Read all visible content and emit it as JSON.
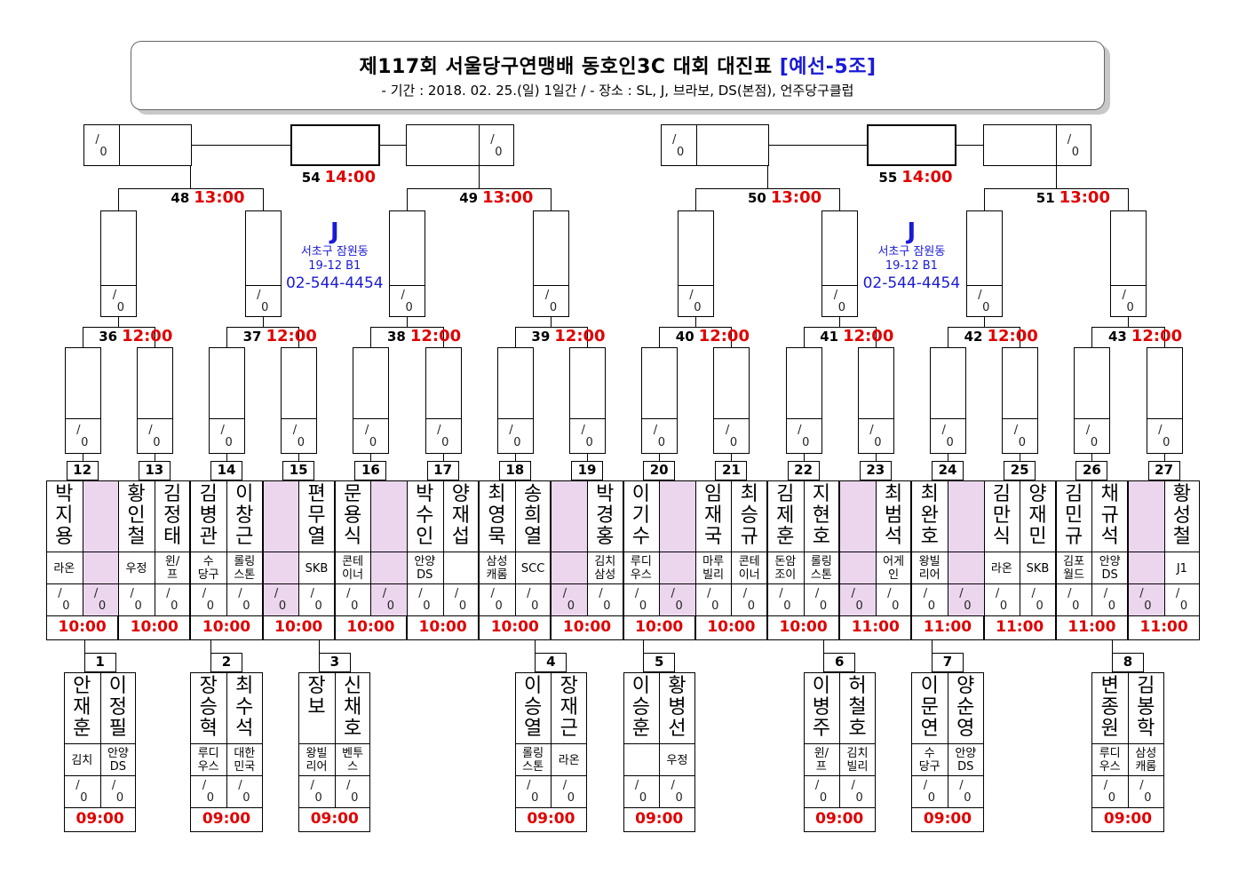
{
  "header": {
    "title": "제117회 서울당구연맹배 동호인3C 대회 대진표",
    "group": "[예선-5조]",
    "subtitle": "- 기간 : 2018. 02. 25.(일) 1일간 / - 장소 : SL, J, 브라보, DS(본점), 언주당구클럽"
  },
  "colors": {
    "time": "#e00000",
    "venue": "#1a1ad6",
    "bye": "#ecd6ee"
  },
  "score_blank": {
    "top": "/",
    "bottom": "0"
  },
  "venues": [
    {
      "name": "J",
      "line1": "서초구 잠원동",
      "line2": "19-12 B1",
      "phone": "02-544-4454"
    },
    {
      "name": "J",
      "line1": "서초구 잠원동",
      "line2": "19-12 B1",
      "phone": "02-544-4454"
    }
  ],
  "finals": [
    {
      "no": "54",
      "time": "14:00"
    },
    {
      "no": "55",
      "time": "14:00"
    }
  ],
  "semis": [
    {
      "no": "48",
      "time": "13:00"
    },
    {
      "no": "49",
      "time": "13:00"
    },
    {
      "no": "50",
      "time": "13:00"
    },
    {
      "no": "51",
      "time": "13:00"
    }
  ],
  "quarters": [
    {
      "no": "36",
      "time": "12:00"
    },
    {
      "no": "37",
      "time": "12:00"
    },
    {
      "no": "38",
      "time": "12:00"
    },
    {
      "no": "39",
      "time": "12:00"
    },
    {
      "no": "40",
      "time": "12:00"
    },
    {
      "no": "41",
      "time": "12:00"
    },
    {
      "no": "42",
      "time": "12:00"
    },
    {
      "no": "43",
      "time": "12:00"
    }
  ],
  "round2": [
    {
      "no": "12",
      "time": "10:00",
      "p1": {
        "name": "박지용",
        "club": "라온"
      },
      "p2": null
    },
    {
      "no": "13",
      "time": "10:00",
      "p1": {
        "name": "황인철",
        "club": "우정"
      },
      "p2": {
        "name": "김정태",
        "club": "윈/프"
      }
    },
    {
      "no": "14",
      "time": "10:00",
      "p1": {
        "name": "김병관",
        "club": "수당구"
      },
      "p2": {
        "name": "이창근",
        "club": "롤링스톤"
      }
    },
    {
      "no": "15",
      "time": "10:00",
      "p1": null,
      "p2": {
        "name": "편무열",
        "club": "SKB"
      }
    },
    {
      "no": "16",
      "time": "10:00",
      "p1": {
        "name": "문용식",
        "club": "콘테이너"
      },
      "p2": null
    },
    {
      "no": "17",
      "time": "10:00",
      "p1": {
        "name": "박수인",
        "club": "안양DS"
      },
      "p2": {
        "name": "양재섭",
        "club": ""
      }
    },
    {
      "no": "18",
      "time": "10:00",
      "p1": {
        "name": "최영묵",
        "club": "삼성캐롬"
      },
      "p2": {
        "name": "송희열",
        "club": "SCC"
      }
    },
    {
      "no": "19",
      "time": "10:00",
      "p1": null,
      "p2": {
        "name": "박경홍",
        "club": "김치삼성"
      }
    },
    {
      "no": "20",
      "time": "10:00",
      "p1": {
        "name": "이기수",
        "club": "루디우스"
      },
      "p2": null
    },
    {
      "no": "21",
      "time": "10:00",
      "p1": {
        "name": "임재국",
        "club": "마루빌리"
      },
      "p2": {
        "name": "최승규",
        "club": "콘테이너"
      }
    },
    {
      "no": "22",
      "time": "10:00",
      "p1": {
        "name": "김제훈",
        "club": "돈암조이"
      },
      "p2": {
        "name": "지현호",
        "club": "롤링스톤"
      }
    },
    {
      "no": "23",
      "time": "11:00",
      "p1": null,
      "p2": {
        "name": "최범석",
        "club": "어게인"
      }
    },
    {
      "no": "24",
      "time": "11:00",
      "p1": {
        "name": "최완호",
        "club": "왕빌리어"
      },
      "p2": null
    },
    {
      "no": "25",
      "time": "11:00",
      "p1": {
        "name": "김만식",
        "club": "라온"
      },
      "p2": {
        "name": "양재민",
        "club": "SKB"
      }
    },
    {
      "no": "26",
      "time": "11:00",
      "p1": {
        "name": "김민규",
        "club": "김포월드"
      },
      "p2": {
        "name": "채규석",
        "club": "안양DS"
      }
    },
    {
      "no": "27",
      "time": "11:00",
      "p1": null,
      "p2": {
        "name": "황성철",
        "club": "J1"
      }
    }
  ],
  "round1": [
    {
      "no": "1",
      "time": "09:00",
      "p1": {
        "name": "안재훈",
        "club": "김치"
      },
      "p2": {
        "name": "이정필",
        "club": "안양DS"
      }
    },
    {
      "no": "2",
      "time": "09:00",
      "p1": {
        "name": "장승혁",
        "club": "루디우스"
      },
      "p2": {
        "name": "최수석",
        "club": "대한민국"
      }
    },
    {
      "no": "3",
      "time": "09:00",
      "p1": {
        "name": "장보",
        "club": "왕빌리어"
      },
      "p2": {
        "name": "신채호",
        "club": "벤투스"
      }
    },
    {
      "no": "4",
      "time": "09:00",
      "p1": {
        "name": "이승열",
        "club": "롤링스톤"
      },
      "p2": {
        "name": "장재근",
        "club": "라온"
      }
    },
    {
      "no": "5",
      "time": "09:00",
      "p1": {
        "name": "이승훈",
        "club": ""
      },
      "p2": {
        "name": "황병선",
        "club": "우정"
      }
    },
    {
      "no": "6",
      "time": "09:00",
      "p1": {
        "name": "이병주",
        "club": "윈/프"
      },
      "p2": {
        "name": "허철호",
        "club": "김치빌리"
      }
    },
    {
      "no": "7",
      "time": "09:00",
      "p1": {
        "name": "이문연",
        "club": "수당구"
      },
      "p2": {
        "name": "양순영",
        "club": "안양DS"
      }
    },
    {
      "no": "8",
      "time": "09:00",
      "p1": {
        "name": "변종원",
        "club": "루디우스"
      },
      "p2": {
        "name": "김봉학",
        "club": "삼성캐롬"
      }
    }
  ]
}
